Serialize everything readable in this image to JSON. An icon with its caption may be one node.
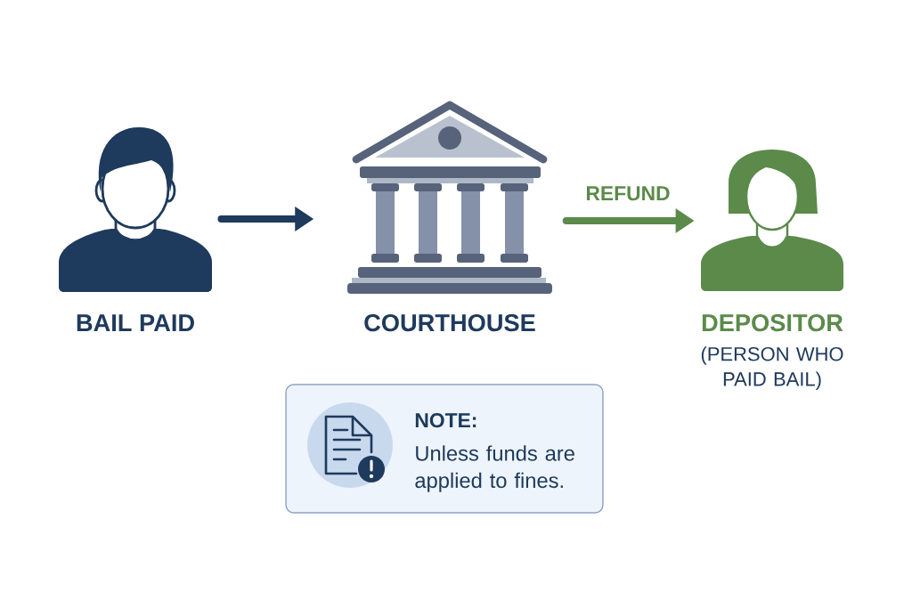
{
  "diagram": {
    "nodes": [
      {
        "text": [
          "BAIL PAID"
        ]
      },
      {
        "text": [
          "COURTHOUSE"
        ]
      },
      {
        "text": [
          "DEPOSITOR",
          "(PERSON WHO PAID BAIL)"
        ]
      },
      {
        "text": [
          "NOTE:",
          "Unless funds are applied to fines."
        ]
      }
    ],
    "edges": [
      {
        "from": 0,
        "to": 1,
        "arrow": "to"
      },
      {
        "from": 1,
        "to": 2,
        "arrow": "to",
        "label": "REFUND",
        "color": "#5b8a4a"
      }
    ]
  }
}
